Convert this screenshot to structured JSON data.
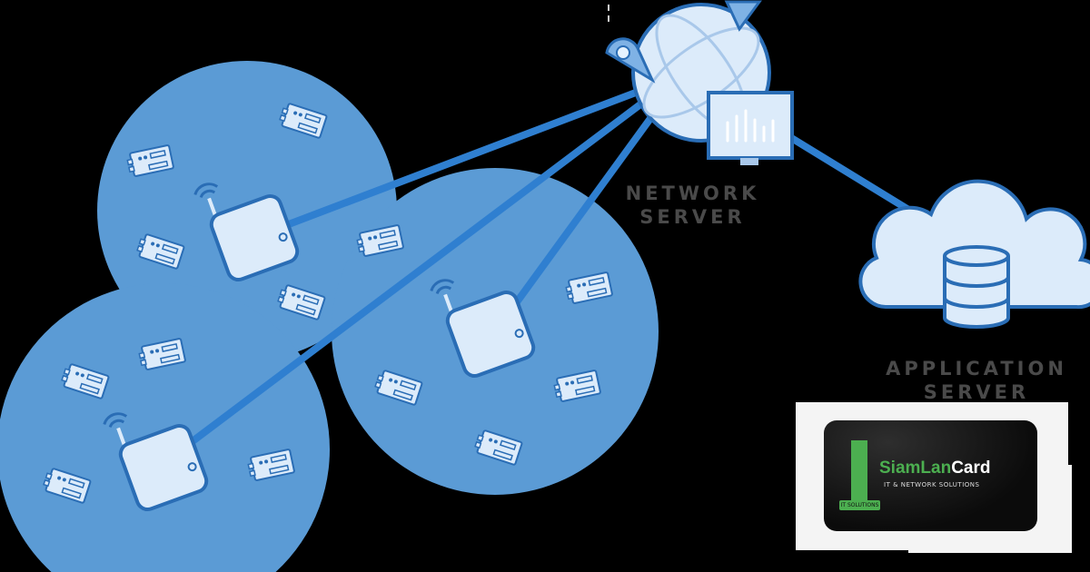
{
  "labels": {
    "network_server": [
      "NETWORK",
      "SERVER"
    ],
    "application_server": [
      "APPLICATION",
      "SERVER"
    ]
  },
  "logo": {
    "brand_part1": "SiamLan",
    "brand_part2": "Card",
    "tagline": "IT & NETWORK SOLUTIONS",
    "badge": "IT SOLUTIONS"
  },
  "colors": {
    "coverage": "#5b9bd5",
    "link": "#2f7fd0",
    "device_fill": "#dcebfa",
    "device_stroke": "#2a6db5",
    "label": "#4a4a4a",
    "brand_green": "#4caf50"
  },
  "icons": [
    "globe-icon",
    "location-pin-icon",
    "monitor-icon",
    "gateway-icon",
    "sensor-icon",
    "cloud-icon",
    "database-icon"
  ]
}
